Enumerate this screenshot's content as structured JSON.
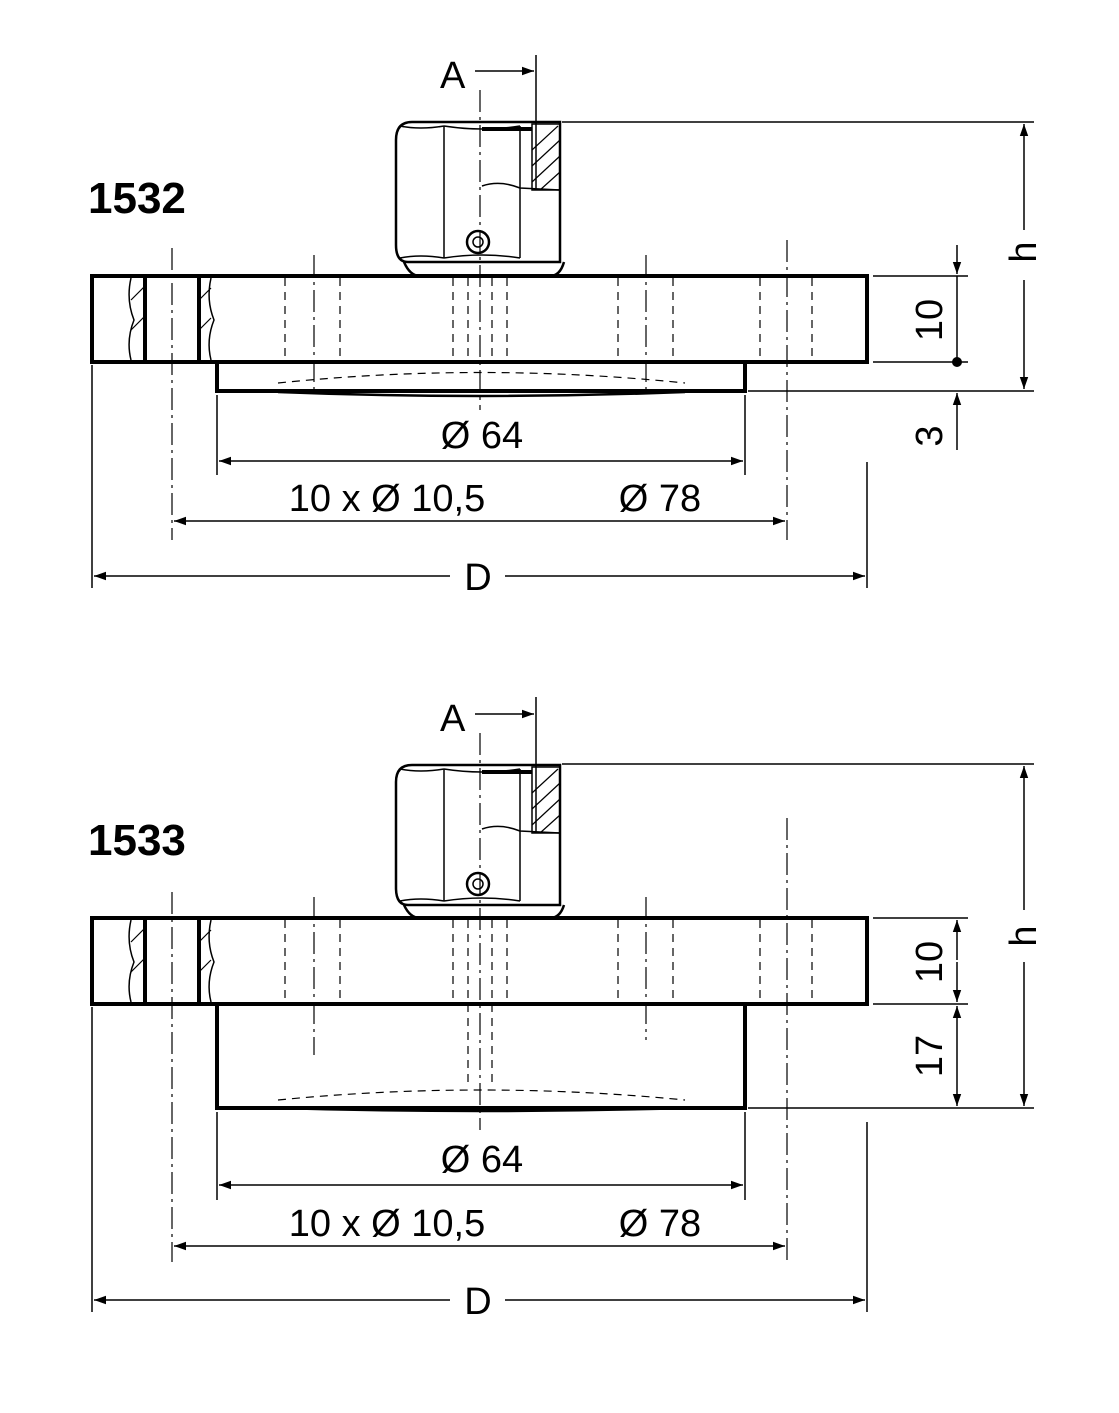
{
  "variants": [
    {
      "model": "1532",
      "dims": {
        "a": "A",
        "h": "h",
        "flange_thickness": "10",
        "spigot_height": "3",
        "inner_diameter": "Ø 64",
        "holes": "10 x Ø 10,5",
        "bolt_circle": "Ø 78",
        "outer_diameter": "D"
      }
    },
    {
      "model": "1533",
      "dims": {
        "a": "A",
        "h": "h",
        "flange_thickness": "10",
        "spigot_height": "17",
        "inner_diameter": "Ø 64",
        "holes": "10 x Ø 10,5",
        "bolt_circle": "Ø 78",
        "outer_diameter": "D"
      }
    }
  ]
}
